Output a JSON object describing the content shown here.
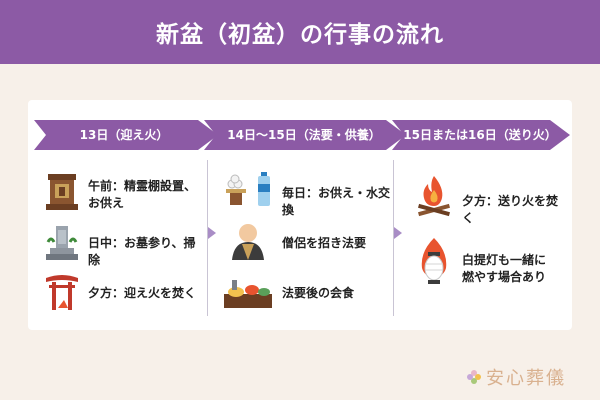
{
  "title": "新盆（初盆）の行事の流れ",
  "columns": [
    {
      "header": "13日（迎え火）",
      "items": [
        {
          "icon": "butsudan-icon",
          "text": "午前：精霊棚設置、\nお供え"
        },
        {
          "icon": "grave-icon",
          "text": "日中：お墓参り、掃除"
        },
        {
          "icon": "torii-icon",
          "text": "夕方：迎え火を焚く"
        }
      ]
    },
    {
      "header": "14日〜15日（法要・供養）",
      "items": [
        {
          "icon": "offering-water-icon",
          "text": "毎日：お供え・水交換"
        },
        {
          "icon": "monk-icon",
          "text": "僧侶を招き法要"
        },
        {
          "icon": "meal-icon",
          "text": "法要後の会食"
        }
      ]
    },
    {
      "header": "15日または16日（送り火）",
      "items": [
        {
          "icon": "bonfire-icon",
          "text": "夕方：送り火を焚く"
        },
        {
          "icon": "lantern-icon",
          "text": "白提灯も一緒に\n燃やす場合あり"
        }
      ]
    }
  ],
  "logo_text": "安心葬儀",
  "colors": {
    "purple": "#8c5aa5",
    "background": "#f7f0e9",
    "flame": "#e8542f",
    "logo": "#d9b18f"
  }
}
